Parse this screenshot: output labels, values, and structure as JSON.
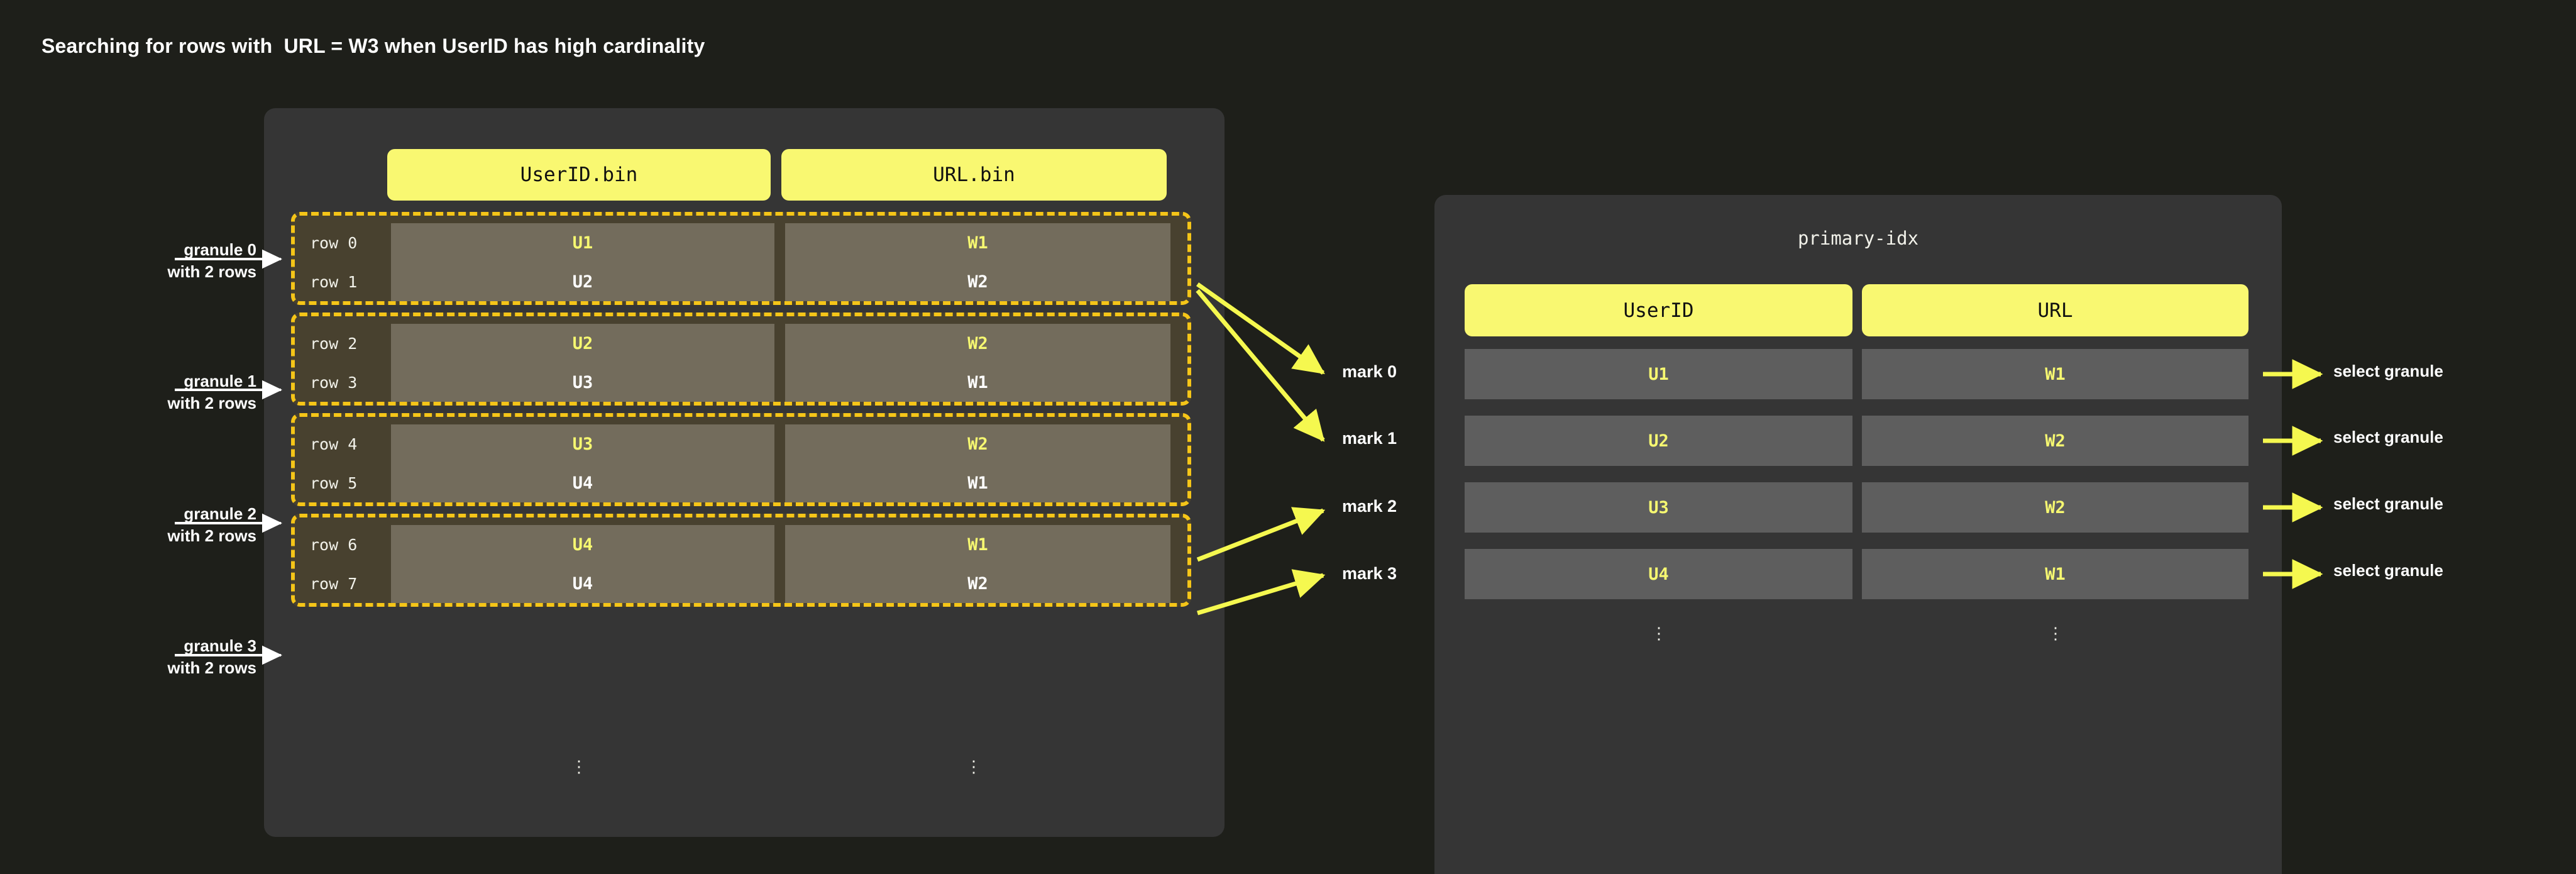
{
  "title": "Searching for rows with  URL = W3 when UserID has high cardinality",
  "colors": {
    "background": "#1e1f1a",
    "panel": "#353535",
    "accent_yellow": "#f9f871",
    "granule_border": "#f5c518",
    "granule_fill": "#48412f",
    "data_cell": "#736c5c",
    "index_cell": "#5e5e5e",
    "highlight_text": "#f6f871",
    "normal_text": "#ffffff",
    "arrow": "#f5f84f"
  },
  "data_panel": {
    "columns": [
      {
        "label": "UserID.bin"
      },
      {
        "label": "URL.bin"
      }
    ],
    "ellipsis": "⋮",
    "granules": [
      {
        "caption": "granule 0\nwith 2 rows",
        "rows": [
          {
            "label": "row 0",
            "userid": "U1",
            "url": "W1",
            "highlight": true
          },
          {
            "label": "row 1",
            "userid": "U2",
            "url": "W2",
            "highlight": false
          }
        ]
      },
      {
        "caption": "granule 1\nwith 2 rows",
        "rows": [
          {
            "label": "row 2",
            "userid": "U2",
            "url": "W2",
            "highlight": true
          },
          {
            "label": "row 3",
            "userid": "U3",
            "url": "W1",
            "highlight": false
          }
        ]
      },
      {
        "caption": "granule 2\nwith 2 rows",
        "rows": [
          {
            "label": "row 4",
            "userid": "U3",
            "url": "W2",
            "highlight": true
          },
          {
            "label": "row 5",
            "userid": "U4",
            "url": "W1",
            "highlight": false
          }
        ]
      },
      {
        "caption": "granule 3\nwith 2 rows",
        "rows": [
          {
            "label": "row 6",
            "userid": "U4",
            "url": "W1",
            "highlight": true
          },
          {
            "label": "row 7",
            "userid": "U4",
            "url": "W2",
            "highlight": false
          }
        ]
      }
    ]
  },
  "marks": [
    {
      "label": "mark 0"
    },
    {
      "label": "mark 1"
    },
    {
      "label": "mark 2"
    },
    {
      "label": "mark 3"
    }
  ],
  "index_panel": {
    "title": "primary-idx",
    "columns": [
      {
        "label": "UserID"
      },
      {
        "label": "URL"
      }
    ],
    "ellipsis": "⋮",
    "rows": [
      {
        "userid": "U1",
        "url": "W1",
        "action": "select granule"
      },
      {
        "userid": "U2",
        "url": "W2",
        "action": "select granule"
      },
      {
        "userid": "U3",
        "url": "W2",
        "action": "select granule"
      },
      {
        "userid": "U4",
        "url": "W1",
        "action": "select granule"
      }
    ]
  }
}
